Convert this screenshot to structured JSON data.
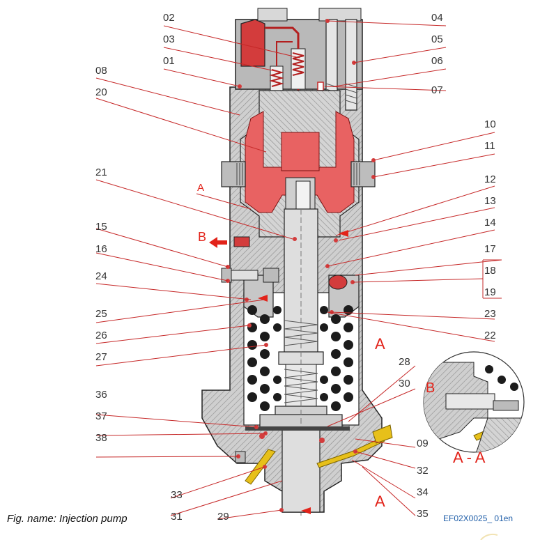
{
  "caption": "Fig. name: Injection pump",
  "figure_code": "EF02X0025_ 01en",
  "colors": {
    "hatch": "#9a9a9a",
    "body": "#c9c9c9",
    "steel": "#d9d9d9",
    "fuel": "#e86262",
    "fuel_dark": "#b31e1e",
    "leader": "#c62828",
    "label": "#333333",
    "accent_red": "#e2231a",
    "oil": "#e7c01a"
  },
  "part_numbers": {
    "p01": "01",
    "p02": "02",
    "p03": "03",
    "p04": "04",
    "p05": "05",
    "p06": "06",
    "p07": "07",
    "p08": "08",
    "p09": "09",
    "p10": "10",
    "p11": "11",
    "p12": "12",
    "p13": "13",
    "p14": "14",
    "p15": "15",
    "p16": "16",
    "p17": "17",
    "p18": "18",
    "p19": "19",
    "p20": "20",
    "p21": "21",
    "p22": "22",
    "p23": "23",
    "p24": "24",
    "p25": "25",
    "p26": "26",
    "p27": "27",
    "p28": "28",
    "p29": "29",
    "p30": "30",
    "p31": "31",
    "p32": "32",
    "p33": "33",
    "p34": "34",
    "p35": "35",
    "p36": "36",
    "p37": "37",
    "p38": "38"
  },
  "markers": {
    "a_upper": "A",
    "a_right": "A",
    "a_bottom": "A",
    "b_left": "B",
    "b_detail": "B",
    "section": "A - A"
  }
}
